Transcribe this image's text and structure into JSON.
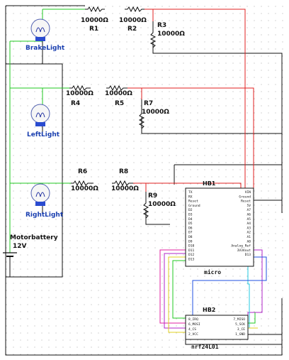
{
  "lamps": {
    "brake": "BrakeLight",
    "left": "LeftLight",
    "right": "RightLight"
  },
  "resistors": {
    "r1": {
      "ref": "R1",
      "value": "10000Ω"
    },
    "r2": {
      "ref": "R2",
      "value": "10000Ω"
    },
    "r3": {
      "ref": "R3",
      "value": "10000Ω"
    },
    "r4": {
      "ref": "R4",
      "value": "10000Ω"
    },
    "r5": {
      "ref": "R5",
      "value": "10000Ω"
    },
    "r6": {
      "ref": "R6",
      "value": "10000Ω"
    },
    "r7": {
      "ref": "R7",
      "value": "10000Ω"
    },
    "r8": {
      "ref": "R8",
      "value": "10000Ω"
    },
    "r9": {
      "ref": "R9",
      "value": "10000Ω"
    }
  },
  "battery": {
    "name": "Motorbattery",
    "voltage": "12V"
  },
  "hb1": {
    "ref": "HB1",
    "name": "micro",
    "pins_left": [
      "TX",
      "RX",
      "Reset",
      "Ground",
      "D2",
      "D3",
      "D4",
      "D5",
      "D6",
      "D7",
      "D8",
      "D9",
      "D10",
      "D11",
      "D12",
      "D13"
    ],
    "pins_right": [
      "VIN",
      "Ground",
      "Reset",
      "5V",
      "A7",
      "A6",
      "A5",
      "A4",
      "A3",
      "A2",
      "A1",
      "A0",
      "Analog_Ref",
      "3V3Vout",
      "D13"
    ]
  },
  "hb2": {
    "ref": "HB2",
    "name": "nrf24L01",
    "pins_left": [
      "8_IRQ",
      "6_MOSI",
      "4_CS",
      "2_VCC"
    ],
    "pins_right": [
      "7_MISO",
      "5_SCK",
      "3_CE",
      "1_GND"
    ]
  },
  "colors": {
    "wire_green": "#22c922",
    "wire_red": "#e02020",
    "wire_black": "#111111",
    "wire_purple": "#b026c8",
    "wire_magenta": "#e020a0",
    "wire_cyan": "#20c8e0",
    "wire_yellow": "#e0d020",
    "wire_blue": "#2050e0",
    "lamp_label": "#1a3fb0"
  }
}
